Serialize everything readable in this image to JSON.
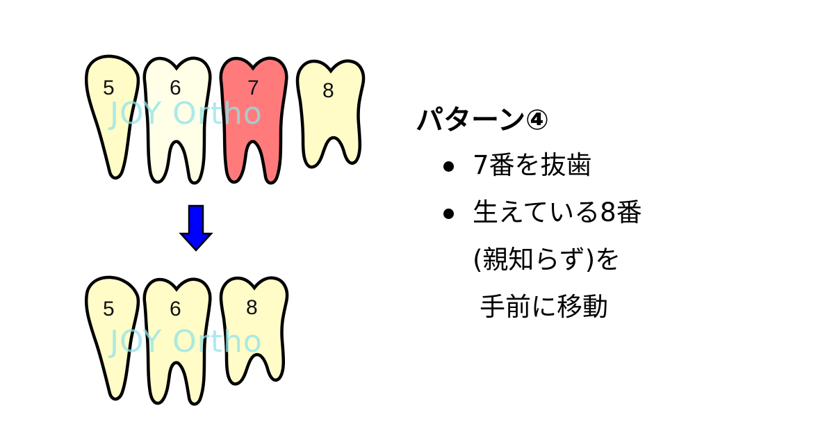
{
  "diagram": {
    "watermark": "JOY Ortho",
    "before": {
      "teeth": [
        {
          "number": "5",
          "color": "#fffcc8",
          "highlight": false
        },
        {
          "number": "6",
          "color": "#fffee6",
          "highlight": false
        },
        {
          "number": "7",
          "color": "#ff7b7b",
          "highlight": true
        },
        {
          "number": "8",
          "color": "#fffcc8",
          "highlight": false
        }
      ]
    },
    "arrow": {
      "direction": "down",
      "color": "#0000ff"
    },
    "after": {
      "teeth": [
        {
          "number": "5",
          "color": "#fffcc8"
        },
        {
          "number": "6",
          "color": "#fffcc8"
        },
        {
          "number": "8",
          "color": "#fffcc8"
        }
      ]
    }
  },
  "text": {
    "title": "パターン④",
    "bullets": [
      {
        "lines": [
          "7番を抜歯"
        ]
      },
      {
        "lines": [
          "生えている8番",
          "(親知らず)を",
          " 手前に移動"
        ]
      }
    ]
  }
}
